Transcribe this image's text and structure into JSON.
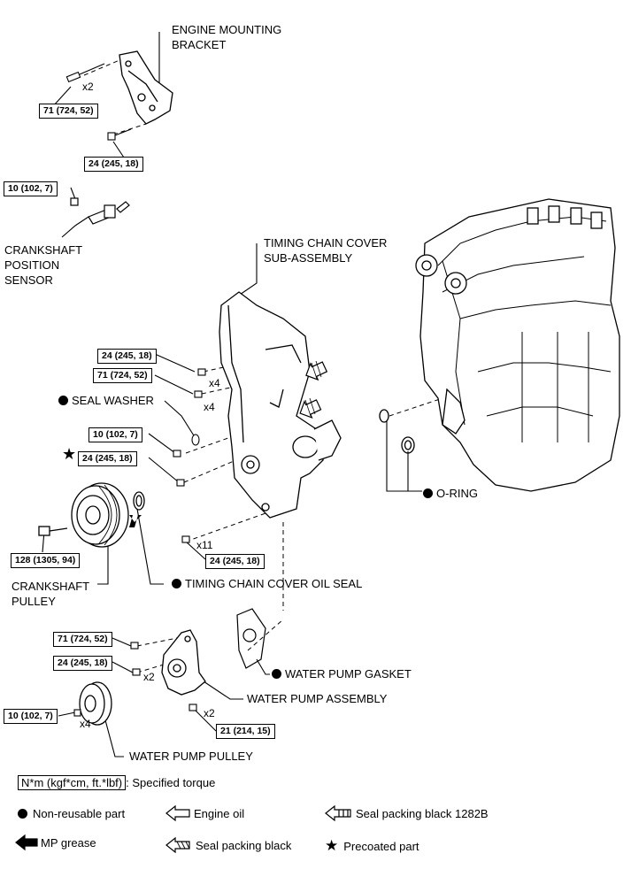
{
  "labels": {
    "engine_mounting_bracket": "ENGINE MOUNTING\nBRACKET",
    "crankshaft_position_sensor": "CRANKSHAFT\nPOSITION\nSENSOR",
    "timing_chain_cover": "TIMING CHAIN COVER\nSUB-ASSEMBLY",
    "seal_washer": "SEAL WASHER",
    "o_ring": "O-RING",
    "crankshaft_pulley": "CRANKSHAFT\nPULLEY",
    "timing_chain_cover_oil_seal": "TIMING CHAIN COVER OIL SEAL",
    "water_pump_gasket": "WATER PUMP GASKET",
    "water_pump_assembly": "WATER PUMP ASSEMBLY",
    "water_pump_pulley": "WATER PUMP PULLEY"
  },
  "torques": {
    "t1": "71 (724, 52)",
    "t2": "24 (245, 18)",
    "t3": "10 (102, 7)",
    "t4": "24 (245, 18)",
    "t5": "71 (724, 52)",
    "t6": "10 (102, 7)",
    "t7": "24 (245, 18)",
    "t8": "128 (1305, 94)",
    "t9": "24 (245, 18)",
    "t10": "71 (724, 52)",
    "t11": "24 (245, 18)",
    "t12": "10 (102, 7)",
    "t13": "21 (214, 15)"
  },
  "quantities": {
    "q1": "x2",
    "q2": "x4",
    "q3": "x4",
    "q4": "x11",
    "q5": "x2",
    "q6": "x4",
    "q7": "x2"
  },
  "legend": {
    "torque_box": "N*m (kgf*cm, ft.*lbf)",
    "torque_text": ": Specified torque",
    "non_reusable": "Non-reusable part",
    "engine_oil": "Engine oil",
    "seal_packing_1282b": "Seal packing black 1282B",
    "mp_grease": "MP grease",
    "seal_packing_black": "Seal packing black",
    "precoated": "Precoated part"
  }
}
